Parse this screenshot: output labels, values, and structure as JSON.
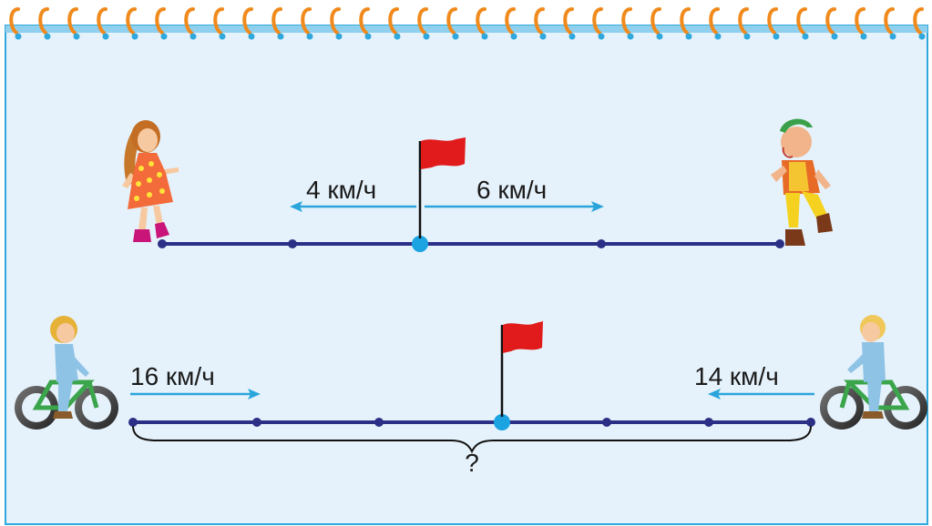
{
  "colors": {
    "panel": "#e5f2fb",
    "border": "#2ea8dd",
    "track": "#2b2f86",
    "arrow": "#2aa5dc",
    "flag": "#e11b1b",
    "start_point": "#1ba3e2"
  },
  "top_problem": {
    "left_speed": "4 км/ч",
    "right_speed": "6 км/ч",
    "characters": [
      "girl",
      "boy"
    ]
  },
  "bottom_problem": {
    "left_speed": "16 км/ч",
    "right_speed": "14 км/ч",
    "unknown": "?",
    "characters": [
      "girl-cyclist",
      "boy-cyclist"
    ]
  }
}
